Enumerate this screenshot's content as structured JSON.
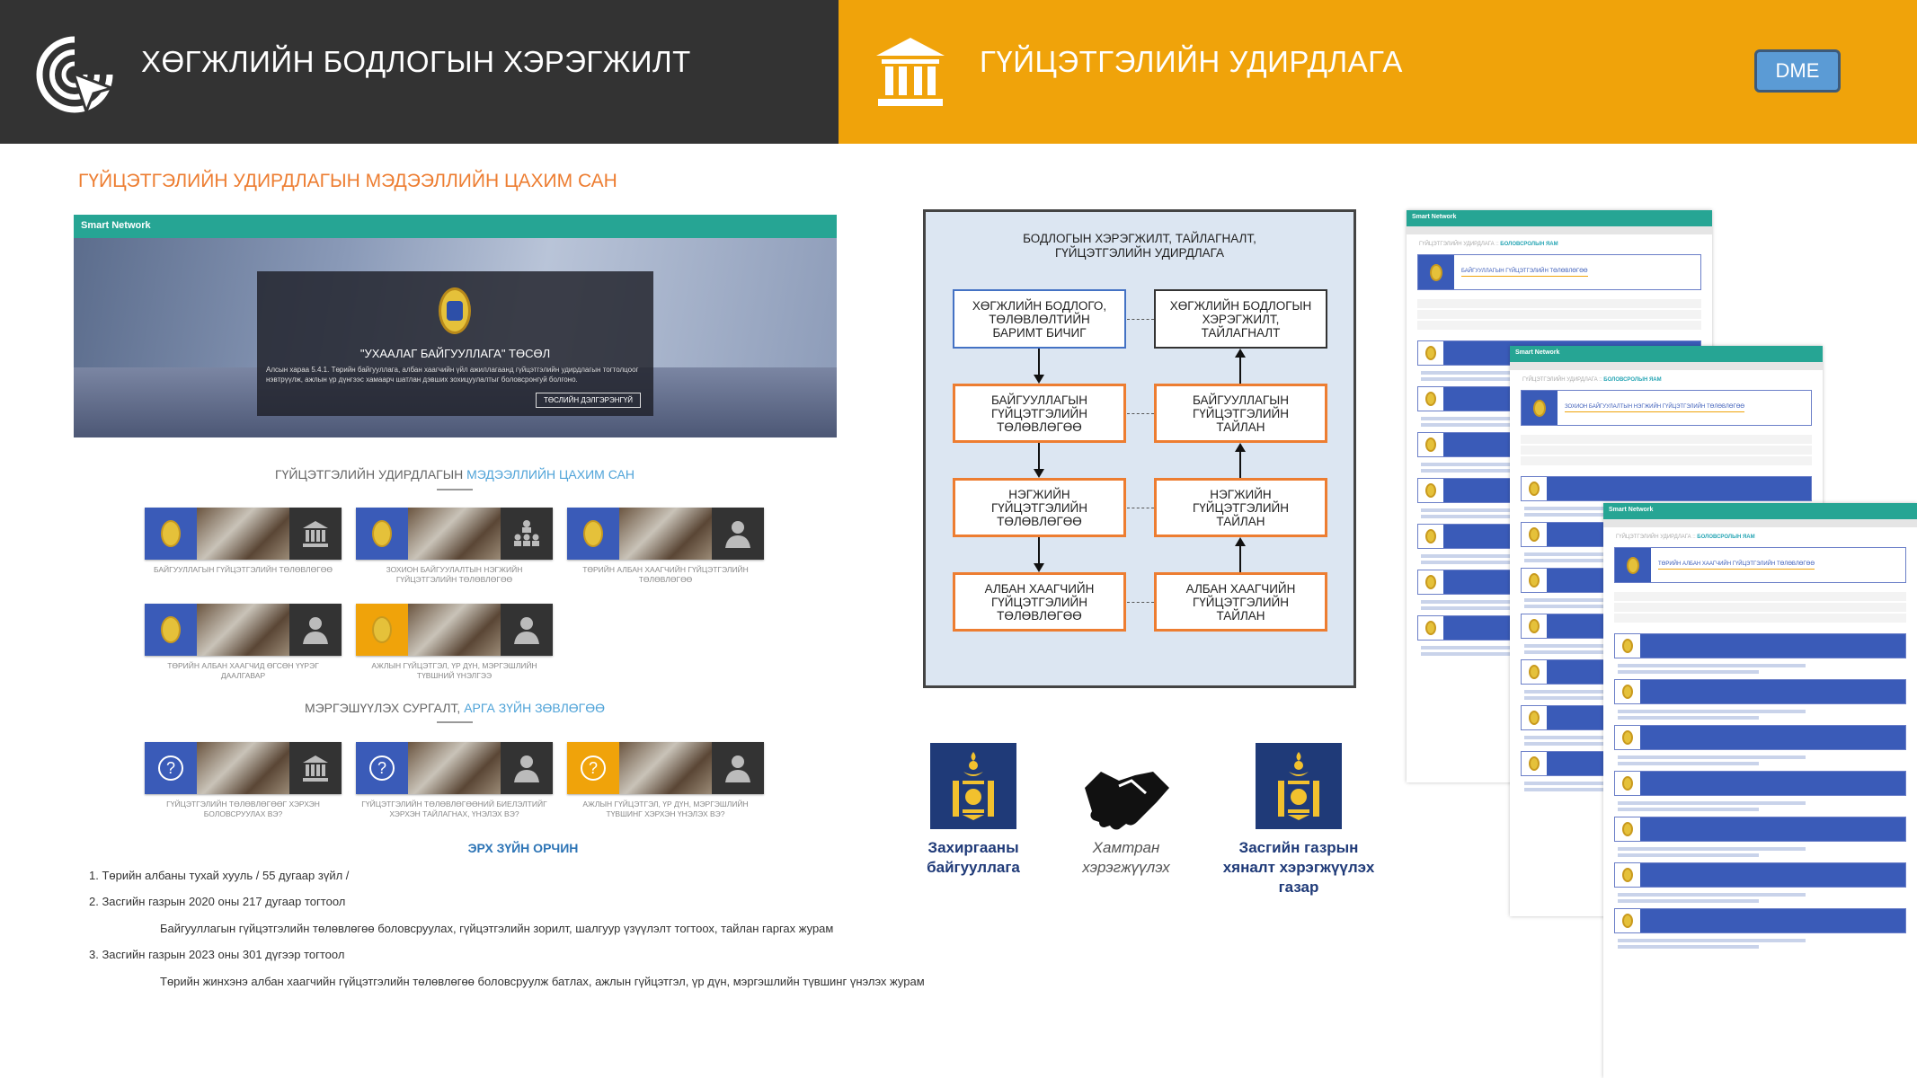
{
  "header": {
    "left_title": "ХӨГЖЛИЙН БОДЛОГЫН ХЭРЭГЖИЛТ",
    "right_title": "ГҮЙЦЭТГЭЛИЙН УДИРДЛАГА",
    "dme_button": "DME",
    "colors": {
      "dark": "#333333",
      "accent": "#F0A30A",
      "button": "#5B9BD5"
    }
  },
  "section_title": "ГҮЙЦЭТГЭЛИЙН УДИРДЛАГЫН МЭДЭЭЛЛИЙН ЦАХИМ САН",
  "portal": {
    "brand": "Smart Network",
    "hero_title": "\"УХААЛАГ БАЙГУУЛЛАГА\" ТӨСӨЛ",
    "hero_text": "Алсын хараа 5.4.1. Төрийн байгууллага, албан хаагчийн үйл ажиллагаанд гүйцэтгэлийн удирдлагын тогтолцоог нэвтрүүлж, ажлын үр дүнгээс хамаарч шатлан дэвших зохицуулалтыг боловсронгуй болгоно.",
    "hero_button": "ТӨСЛИЙН ДЭЛГЭРЭНГҮЙ"
  },
  "database": {
    "heading_plain": "ГҮЙЦЭТГЭЛИЙН УДИРДЛАГЫН ",
    "heading_highlight": "МЭДЭЭЛЛИЙН ЦАХИМ САН",
    "tiles": [
      {
        "label": "БАЙГУУЛЛАГЫН ГҮЙЦЭТГЭЛИЙН ТӨЛӨВЛӨГӨӨ",
        "icon": "bank-icon"
      },
      {
        "label": "ЗОХИОН БАЙГУУЛАЛТЫН НЭГЖИЙН ГҮЙЦЭТГЭЛИЙН ТӨЛӨВЛӨГӨӨ",
        "icon": "org-chart-icon"
      },
      {
        "label": "ТӨРИЙН АЛБАН ХААГЧИЙН ГҮЙЦЭТГЭЛИЙН ТӨЛӨВЛӨГӨӨ",
        "icon": "person-icon"
      },
      {
        "label": "ТӨРИЙН АЛБАН ХААГЧИД ӨГСӨН ҮҮРЭГ ДААЛГАВАР",
        "icon": "person-icon"
      },
      {
        "label": "АЖЛЫН ГҮЙЦЭТГЭЛ, ҮР ДҮН, МЭРГЭШЛИЙН ТҮВШНИЙ ҮНЭЛГЭЭ",
        "icon": "person-icon"
      }
    ]
  },
  "training": {
    "heading_plain": "МЭРГЭШҮҮЛЭХ СУРГАЛТ, ",
    "heading_highlight": "АРГА ЗҮЙН ЗӨВЛӨГӨӨ",
    "tiles": [
      {
        "label": "ГҮЙЦЭТГЭЛИЙН ТӨЛӨВЛӨГӨӨГ ХЭРХЭН БОЛОВСРУУЛАХ ВЭ?",
        "icon": "bank-icon"
      },
      {
        "label": "ГҮЙЦЭТГЭЛИЙН ТӨЛӨВЛӨГӨӨНИЙ БИЕЛЭЛТИЙГ ХЭРХЭН ТАЙЛАГНАХ, ҮНЭЛЭХ ВЭ?",
        "icon": "person-icon"
      },
      {
        "label": "АЖЛЫН ГҮЙЦЭТГЭЛ, ҮР ДҮН, МЭРГЭШЛИЙН ТҮВШИНГ ХЭРХЭН ҮНЭЛЭХ ВЭ?",
        "icon": "person-icon"
      }
    ]
  },
  "legal": {
    "title": "ЭРХ ЗҮЙН ОРЧИН",
    "items": [
      "1. Төрийн албаны тухай хууль / 55 дугаар зүйл /",
      "2. Засгийн газрын 2020 оны 217 дугаар тогтоол",
      "Байгууллагын гүйцэтгэлийн төлөвлөгөө боловсруулах, гүйцэтгэлийн зорилт, шалгуур үзүүлэлт тогтоох, тайлан гаргах журам",
      "3. Засгийн газрын 2023 оны 301 дүгээр тогтоол",
      "Төрийн жинхэнэ албан хаагчийн гүйцэтгэлийн төлөвлөгөө боловсруулж батлах, ажлын гүйцэтгэл, үр дүн, мэргэшлийн түвшинг үнэлэх журам"
    ]
  },
  "diagram": {
    "title_line1": "БОДЛОГЫН ХЭРЭГЖИЛТ, ТАЙЛАГНАЛТ,",
    "title_line2": "ГҮЙЦЭТГЭЛИЙН УДИРДЛАГА",
    "left": [
      [
        "ХӨГЖЛИЙН БОДЛОГО,",
        "ТӨЛӨВЛӨЛТИЙН",
        "БАРИМТ БИЧИГ"
      ],
      [
        "БАЙГУУЛЛАГЫН",
        "ГҮЙЦЭТГЭЛИЙН",
        "ТӨЛӨВЛӨГӨӨ"
      ],
      [
        "НЭГЖИЙН",
        "ГҮЙЦЭТГЭЛИЙН",
        "ТӨЛӨВЛӨГӨӨ"
      ],
      [
        "АЛБАН ХААГЧИЙН",
        "ГҮЙЦЭТГЭЛИЙН",
        "ТӨЛӨВЛӨГӨӨ"
      ]
    ],
    "right": [
      [
        "ХӨГЖЛИЙН БОДЛОГЫН",
        "ХЭРЭГЖИЛТ,",
        "ТАЙЛАГНАЛТ"
      ],
      [
        "БАЙГУУЛЛАГЫН",
        "ГҮЙЦЭТГЭЛИЙН",
        "ТАЙЛАН"
      ],
      [
        "НЭГЖИЙН",
        "ГҮЙЦЭТГЭЛИЙН",
        "ТАЙЛАН"
      ],
      [
        "АЛБАН ХААГЧИЙН",
        "ГҮЙЦЭТГЭЛИЙН",
        "ТАЙЛАН"
      ]
    ]
  },
  "partners": {
    "left": [
      "Захиргааны",
      "байгууллага"
    ],
    "middle": [
      "Хамтран",
      "хэрэгжүүлэх"
    ],
    "right": [
      "Засгийн газрын",
      "хяналт хэрэгжүүлэх",
      "газар"
    ]
  },
  "screens": [
    {
      "brand": "Smart Network",
      "path_plain": "ГҮЙЦЭТГЭЛИЙН УДИРДЛАГА :: ",
      "path_bold": "БОЛОВСРОЛЫН ЯАМ",
      "title": "БАЙГУУЛЛАГЫН ГҮЙЦЭТГЭЛИЙН ТӨЛӨВЛӨГӨӨ"
    },
    {
      "brand": "Smart Network",
      "path_plain": "ГҮЙЦЭТГЭЛИЙН УДИРДЛАГА :: ",
      "path_bold": "БОЛОВСРОЛЫН ЯАМ",
      "title": "ЗОХИОН БАЙГУУЛАЛТЫН НЭГЖИЙН ГҮЙЦЭТГЭЛИЙН ТӨЛӨВЛӨГӨӨ"
    },
    {
      "brand": "Smart Network",
      "path_plain": "ГҮЙЦЭТГЭЛИЙН УДИРДЛАГА :: ",
      "path_bold": "БОЛОВСРОЛЫН ЯАМ",
      "title": "ТӨРИЙН АЛБАН ХААГЧИЙН ГҮЙЦЭТГЭЛИЙН ТӨЛӨВЛӨГӨӨ"
    }
  ]
}
